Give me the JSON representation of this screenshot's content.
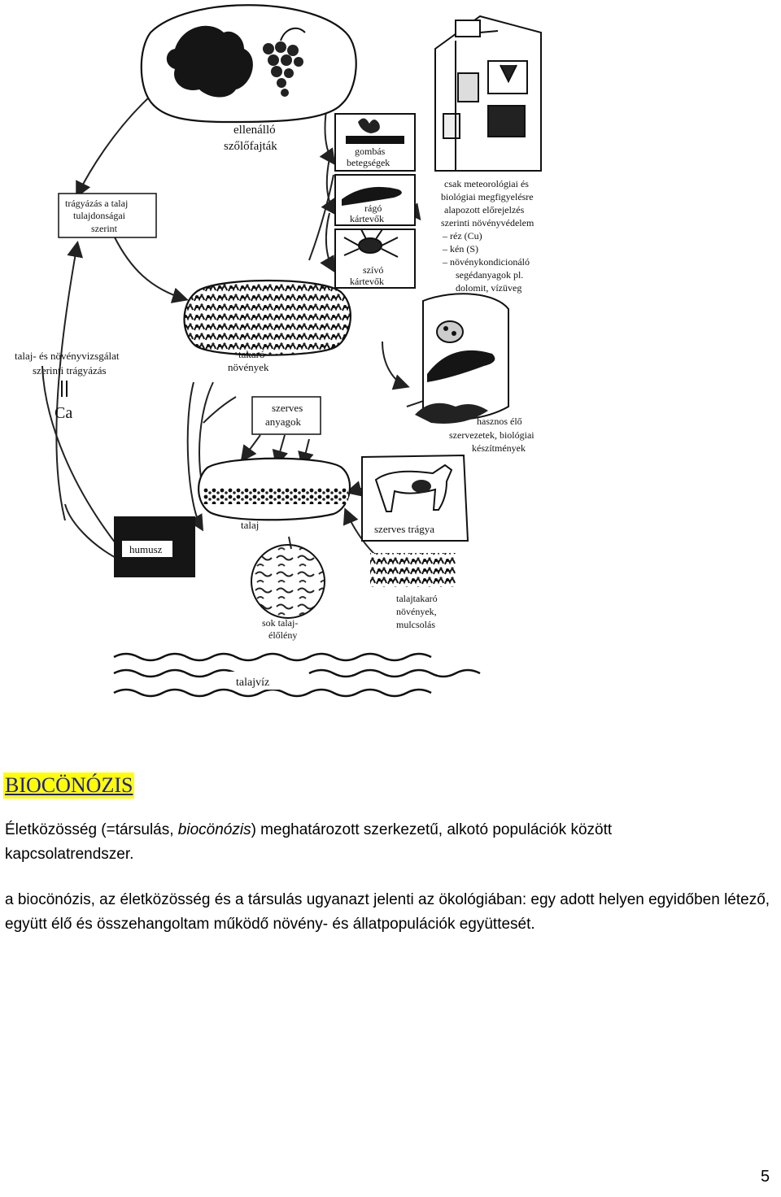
{
  "figure": {
    "labels": {
      "resistant_varieties": [
        "ellenálló",
        "szőlőfajták"
      ],
      "fungal_diseases": [
        "gombás",
        "betegségek"
      ],
      "chewing_pests": [
        "rágó",
        "kártevők"
      ],
      "sucking_pests": [
        "szívó",
        "kártevők"
      ],
      "fertilization": [
        "trágyázás a talaj",
        "tulajdonságai",
        "szerint"
      ],
      "soil_plant_test": [
        "talaj- és növényvizsgálat",
        "szerinti trágyázás"
      ],
      "ca_symbol": "Ca",
      "cover_plants": [
        "takaró",
        "növények"
      ],
      "organic_matter": [
        "szerves",
        "anyagok"
      ],
      "soil": "talaj",
      "humus": "humusz",
      "soil_organisms": [
        "sok talaj-",
        "élőlény"
      ],
      "manure": "szerves trágya",
      "ground_cover": [
        "talajtakaró",
        "növények,",
        "mulcsolás"
      ],
      "groundwater": "talajvíz",
      "protection_list": [
        "csak meteorológiai és",
        "biológiai megfigyelésre",
        "alapozott előrejelzés",
        "szerinti növényvédelem",
        "– réz (Cu)",
        "– kén (S)",
        "– növénykondicionáló",
        "segédanyagok pl.",
        "dolomit, vízüveg"
      ],
      "beneficials": [
        "hasznos élő",
        "szervezetek, biológiai",
        "készítmények"
      ]
    }
  },
  "heading": "BIOCÖNÓZIS",
  "paragraph1": {
    "part1": "Életközösség (=társulás, ",
    "italic": "biocönózis",
    "part2": ") meghatározott szerkezetű, alkotó populációk között kapcsolatrendszer."
  },
  "paragraph2": "a biocönózis, az életközösség és a társulás ugyanazt jelenti az ökológiában: egy adott helyen egyidőben létező, együtt élő és összehangoltam működő növény- és állatpopulációk együttesét.",
  "page_number": "5"
}
